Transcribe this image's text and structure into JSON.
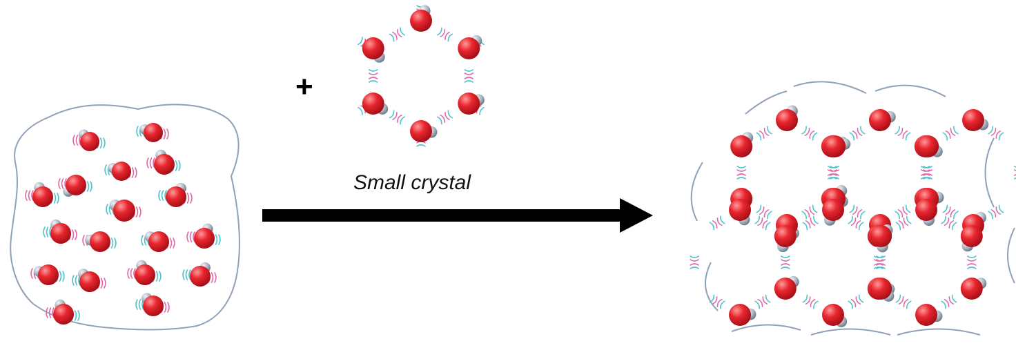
{
  "diagram": {
    "plus_sign": "+",
    "seed_label": "Small crystal",
    "colors": {
      "oxygen": "#e0202c",
      "oxygen_highlight": "#ff8a8a",
      "hydrogen": "#9aaab8",
      "bond_pink": "#e06aa8",
      "bond_cyan": "#4fc3cf",
      "outline": "#8fa0b8",
      "arrow": "#000000"
    },
    "panels": [
      "liquid-water-cluster",
      "seed-hexagon-crystal",
      "ice-lattice"
    ]
  }
}
